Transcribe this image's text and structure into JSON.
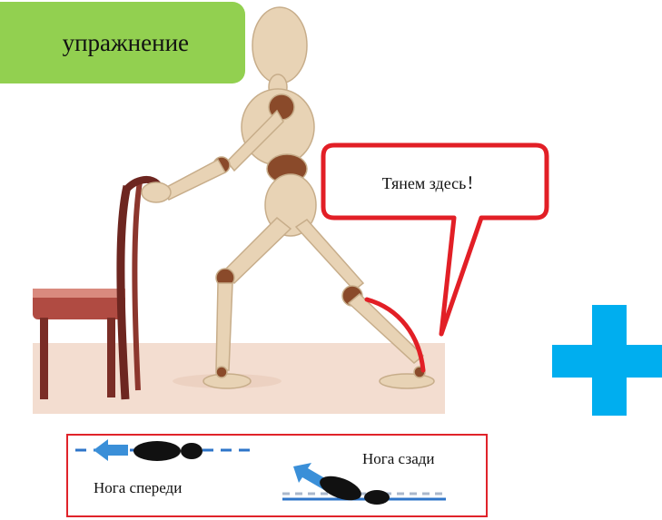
{
  "title": {
    "text": "упражнение"
  },
  "bubble": {
    "text": "Тянем здесь！"
  },
  "legend": {
    "front_label": "Нога спереди",
    "back_label": "Нога сзади"
  },
  "colors": {
    "title_bg": "#92d050",
    "bubble_border": "#e21f26",
    "plus": "#00aeef",
    "arrow": "#3a8fd8",
    "floor": "#f3ddd0"
  },
  "icons": [
    "chair-icon",
    "mannequin-figure",
    "plus-icon",
    "arrow-left-icon",
    "footprint-icon"
  ]
}
